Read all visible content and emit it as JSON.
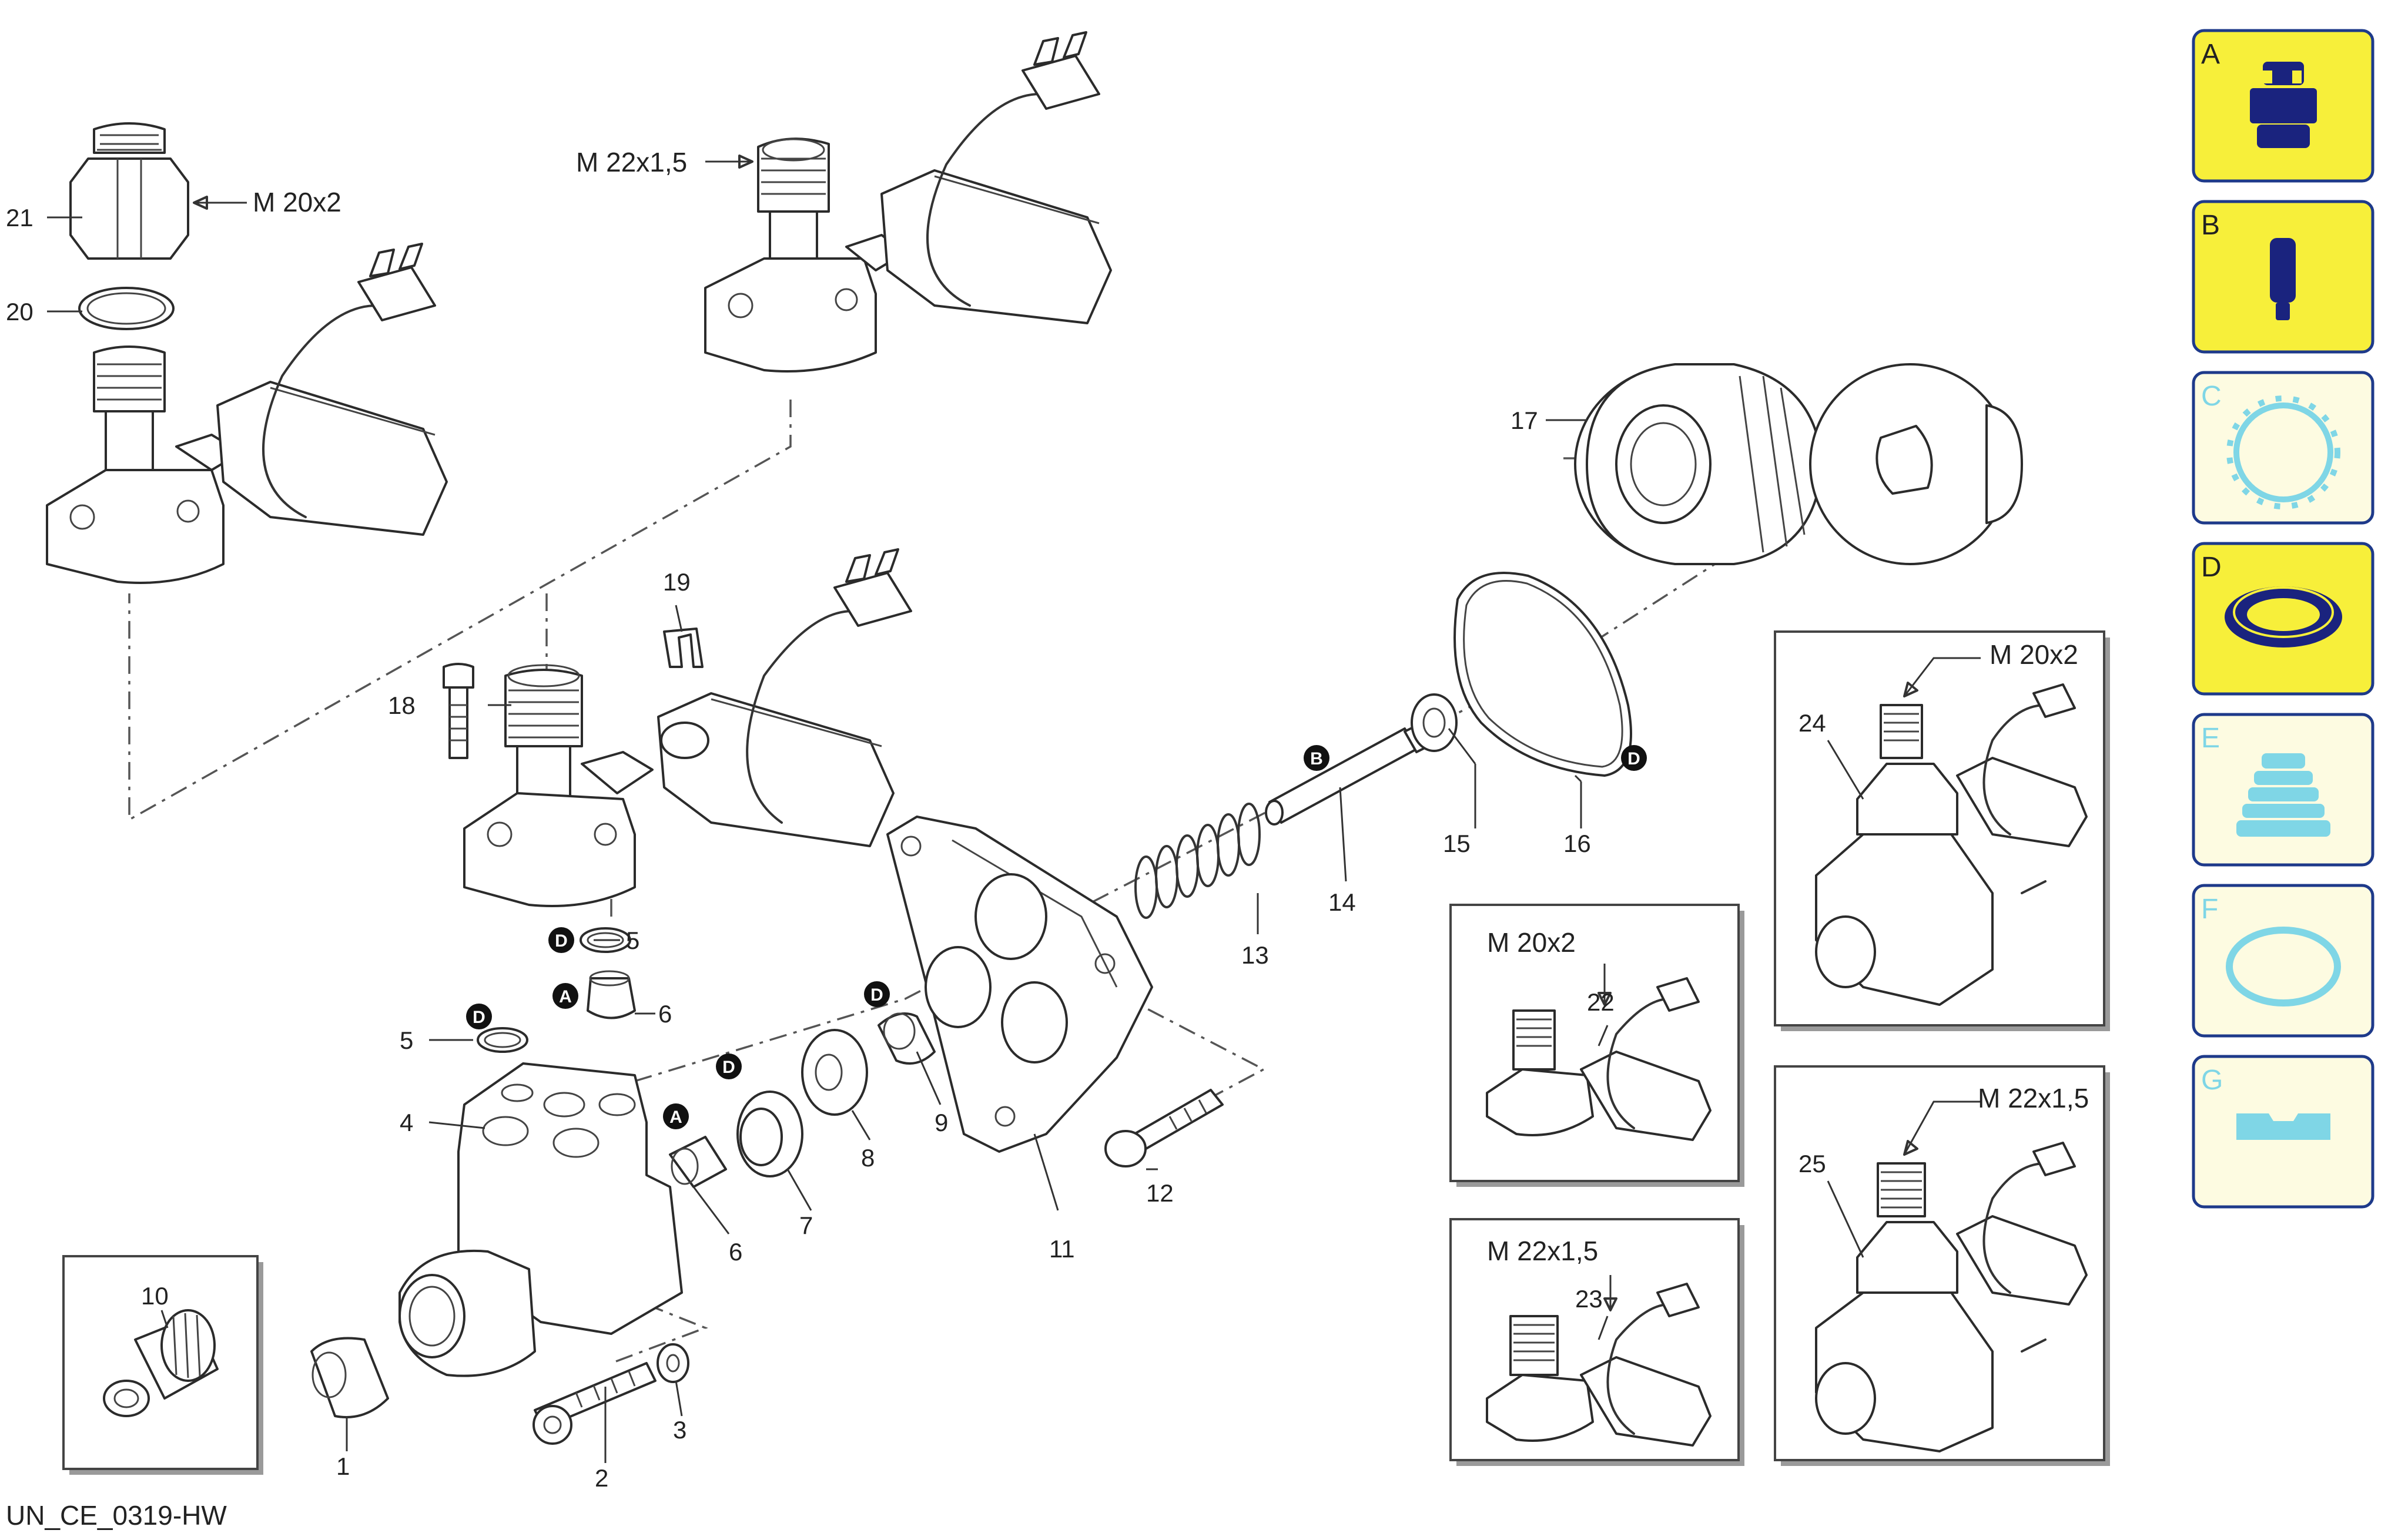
{
  "drawing_code": "UN_CE_0319-HW",
  "thread_labels": {
    "m20x2": "M 20x2",
    "m22x15": "M 22x1,5"
  },
  "callouts": [
    "1",
    "2",
    "3",
    "4",
    "5",
    "5",
    "6",
    "6",
    "7",
    "8",
    "9",
    "10",
    "11",
    "12",
    "13",
    "14",
    "15",
    "16",
    "17",
    "18",
    "19",
    "20",
    "21",
    "22",
    "23",
    "24",
    "25"
  ],
  "badges": {
    "a": "A",
    "b": "B",
    "d": "D"
  },
  "legend": {
    "items": [
      {
        "letter": "A",
        "icon": "nozzle-valve-icon",
        "active": true
      },
      {
        "letter": "B",
        "icon": "piston-icon",
        "active": true
      },
      {
        "letter": "C",
        "icon": "o-ring-dashed-icon",
        "active": false
      },
      {
        "letter": "D",
        "icon": "seal-ring-icon",
        "active": true
      },
      {
        "letter": "E",
        "icon": "bellows-icon",
        "active": false
      },
      {
        "letter": "F",
        "icon": "gasket-ring-icon",
        "active": false
      },
      {
        "letter": "G",
        "icon": "flat-strip-icon",
        "active": false
      }
    ],
    "colors": {
      "active_fill": "#f7ef3a",
      "inactive_fill": "#fdfbe1",
      "border": "#1e3a8a",
      "active_icon": "#1a237e",
      "inactive_icon": "#7fd6e6"
    }
  }
}
